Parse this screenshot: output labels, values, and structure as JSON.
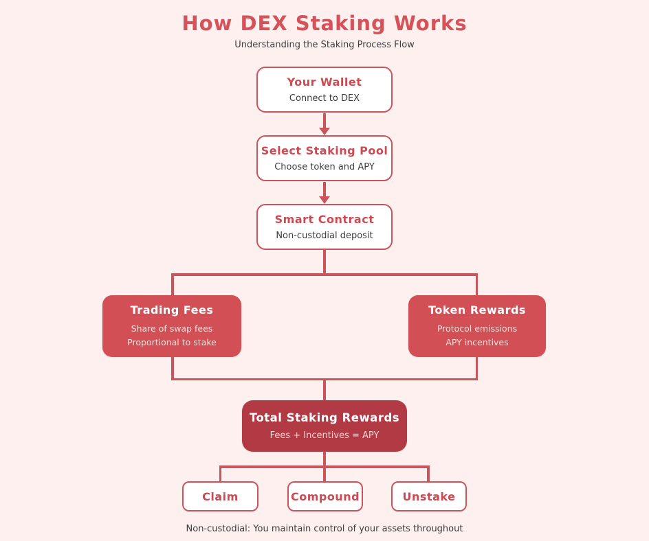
{
  "header": {
    "title": "How DEX Staking Works",
    "subtitle": "Understanding the Staking Process Flow"
  },
  "flow": {
    "wallet": {
      "title": "Your Wallet",
      "subtitle": "Connect to DEX"
    },
    "pool": {
      "title": "Select Staking Pool",
      "subtitle": "Choose token and APY"
    },
    "contract": {
      "title": "Smart Contract",
      "subtitle": "Non-custodial deposit"
    },
    "trading_fees": {
      "title": "Trading Fees",
      "line1": "Share of swap fees",
      "line2": "Proportional to stake"
    },
    "token_rewards": {
      "title": "Token Rewards",
      "line1": "Protocol emissions",
      "line2": "APY incentives"
    },
    "total_rewards": {
      "title": "Total Staking Rewards",
      "subtitle": "Fees + Incentives = APY"
    },
    "actions": [
      {
        "label": "Claim"
      },
      {
        "label": "Compound"
      },
      {
        "label": "Unstake"
      }
    ]
  },
  "footer": {
    "note": "Non-custodial: You maintain control of your assets throughout"
  },
  "colors": {
    "background": "#fdf0ee",
    "accent_red": "#d5525a",
    "node_border": "#c9555c",
    "node_red_fill": "#d25055",
    "node_dark_red_fill": "#b23a44",
    "connector": "#c8555c",
    "text_dark": "#3d3d3d",
    "text_light_on_red": "#f6dcda"
  }
}
